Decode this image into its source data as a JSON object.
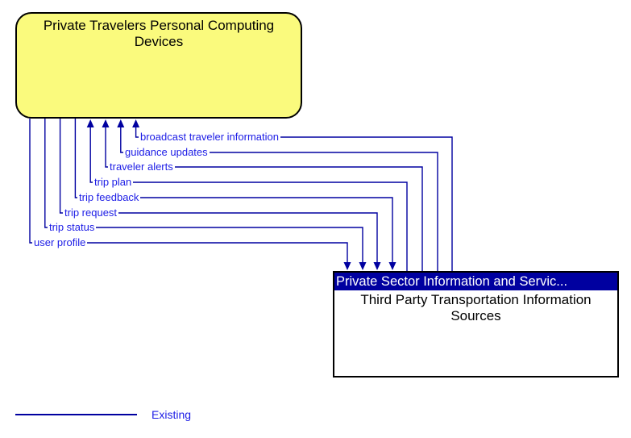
{
  "colors": {
    "line-color": "#0000A0",
    "label-color": "#1C1CE6",
    "entity-fill": "#FAFA7D",
    "header-bg": "#0000A0",
    "header-text": "#FFFFFF"
  },
  "source_box": {
    "title": "Private Travelers Personal Computing Devices"
  },
  "target_box": {
    "group": "Private Sector Information and Servic...",
    "title": "Third Party Transportation Information Sources"
  },
  "flows": [
    {
      "label": "broadcast traveler information",
      "direction": "into-personal-devices"
    },
    {
      "label": "guidance updates",
      "direction": "into-personal-devices"
    },
    {
      "label": "traveler alerts",
      "direction": "into-personal-devices"
    },
    {
      "label": "trip plan",
      "direction": "into-personal-devices"
    },
    {
      "label": "trip feedback",
      "direction": "into-information-sources"
    },
    {
      "label": "trip request",
      "direction": "into-information-sources"
    },
    {
      "label": "trip status",
      "direction": "into-information-sources"
    },
    {
      "label": "user profile",
      "direction": "into-information-sources"
    }
  ],
  "legend": {
    "existing_label": "Existing"
  }
}
